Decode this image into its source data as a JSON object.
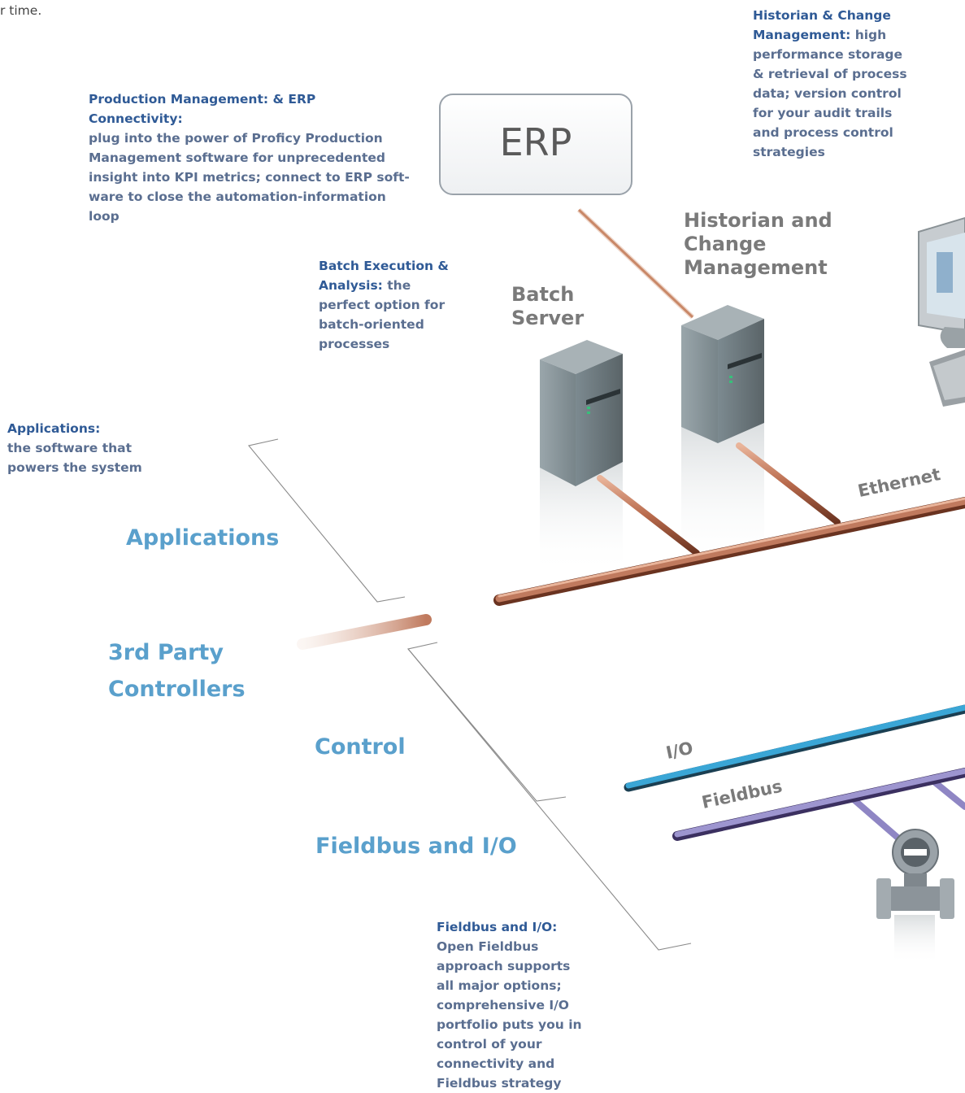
{
  "top_fragment": "r time.",
  "colors": {
    "callout_heading": "#2f5a96",
    "callout_text": "#5a6e90",
    "zone_label": "#5aa0cc",
    "node_label": "#7a7a7a",
    "ethernet": "#b86a4c",
    "io_bus": "#3aa6d6",
    "fieldbus": "#8f86c4"
  },
  "callouts": {
    "historian": {
      "heading": "Historian & Change Management:",
      "text": " high performance storage & retrieval of process data; version control for your audit trails and process control strategies"
    },
    "production": {
      "heading": "Production Management: & ERP Connectivity:",
      "text": "plug into the power of Proficy Production Management software for unprecedented insight into KPI metrics; connect to ERP soft-ware to close the automation-information loop"
    },
    "batch": {
      "heading": "Batch Execution & Analysis:",
      "text": " the perfect option for batch-oriented processes"
    },
    "applications": {
      "heading": "Applications:",
      "text": "the software that powers the system"
    },
    "fieldbus": {
      "heading": "Fieldbus and I/O:",
      "text": "Open Fieldbus approach supports all major options; comprehensive I/O portfolio puts you in control of your connectivity and Fieldbus strategy"
    }
  },
  "nodes": {
    "erp": "ERP",
    "historian": "Historian and Change Management",
    "batch_server": "Batch Server"
  },
  "network_labels": {
    "ethernet": "Ethernet",
    "io": "I/O",
    "fieldbus": "Fieldbus"
  },
  "zones": {
    "applications": "Applications",
    "third_party": "3rd Party Controllers",
    "control": "Control",
    "fieldbus_io": "Fieldbus and I/O"
  }
}
